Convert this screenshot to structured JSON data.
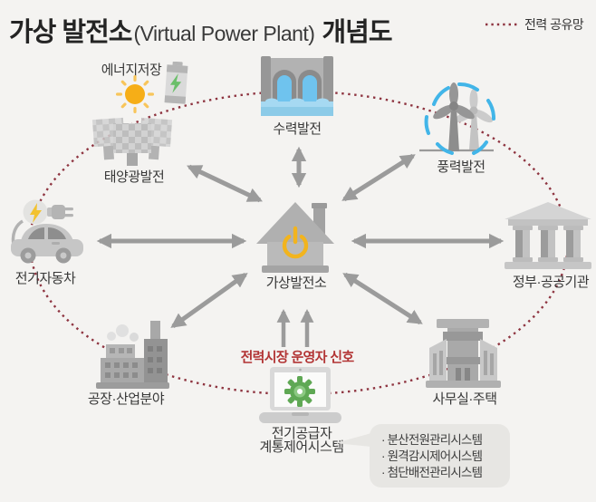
{
  "title": {
    "part1": "가상 발전소",
    "part2": "(Virtual Power Plant)",
    "part3": "개념도"
  },
  "legend": {
    "label": "전력 공유망"
  },
  "nodes": {
    "energy_storage": {
      "label": "에너지저장"
    },
    "solar": {
      "label": "태양광발전"
    },
    "hydro": {
      "label": "수력발전"
    },
    "wind": {
      "label": "풍력발전"
    },
    "ev": {
      "label": "전기자동차"
    },
    "vpp": {
      "label": "가상발전소"
    },
    "gov": {
      "label": "정부·공공기관"
    },
    "factory": {
      "label": "공장·산업분야"
    },
    "office": {
      "label": "사무실·주택"
    },
    "grid_control": {
      "label_line1": "전기공급자",
      "label_line2": "계통제어시스템"
    }
  },
  "signal_label": "전력시장 운영자 신호",
  "callout": {
    "items": [
      "· 분산전원관리시스템",
      "· 원격감시제어시스템",
      "· 첨단배전관리시스템"
    ]
  },
  "colors": {
    "background": "#f4f3f1",
    "arrow_gray": "#9b9b9b",
    "network_dotted_red": "#8e3440",
    "signal_red": "#b23434",
    "accent_yellow": "#f2b41e",
    "accent_green": "#5fa854",
    "accent_blue": "#42b5e8"
  }
}
